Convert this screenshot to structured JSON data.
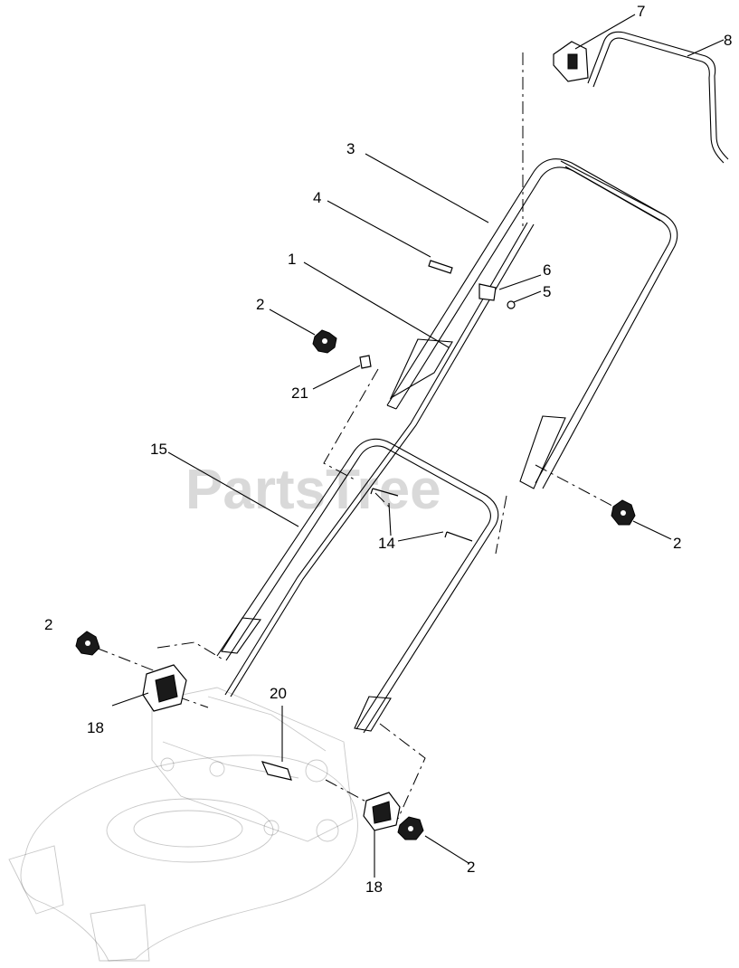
{
  "watermark": "PartsTree",
  "callouts": [
    {
      "id": "c7",
      "label": "7"
    },
    {
      "id": "c8",
      "label": "8"
    },
    {
      "id": "c3",
      "label": "3"
    },
    {
      "id": "c4",
      "label": "4"
    },
    {
      "id": "c1",
      "label": "1"
    },
    {
      "id": "c6",
      "label": "6"
    },
    {
      "id": "c5",
      "label": "5"
    },
    {
      "id": "c2a",
      "label": "2"
    },
    {
      "id": "c21",
      "label": "21"
    },
    {
      "id": "c15",
      "label": "15"
    },
    {
      "id": "c2b",
      "label": "2"
    },
    {
      "id": "c14",
      "label": "14"
    },
    {
      "id": "c2c",
      "label": "2"
    },
    {
      "id": "c20",
      "label": "20"
    },
    {
      "id": "c18a",
      "label": "18"
    },
    {
      "id": "c2d",
      "label": "2"
    },
    {
      "id": "c18b",
      "label": "18"
    }
  ]
}
